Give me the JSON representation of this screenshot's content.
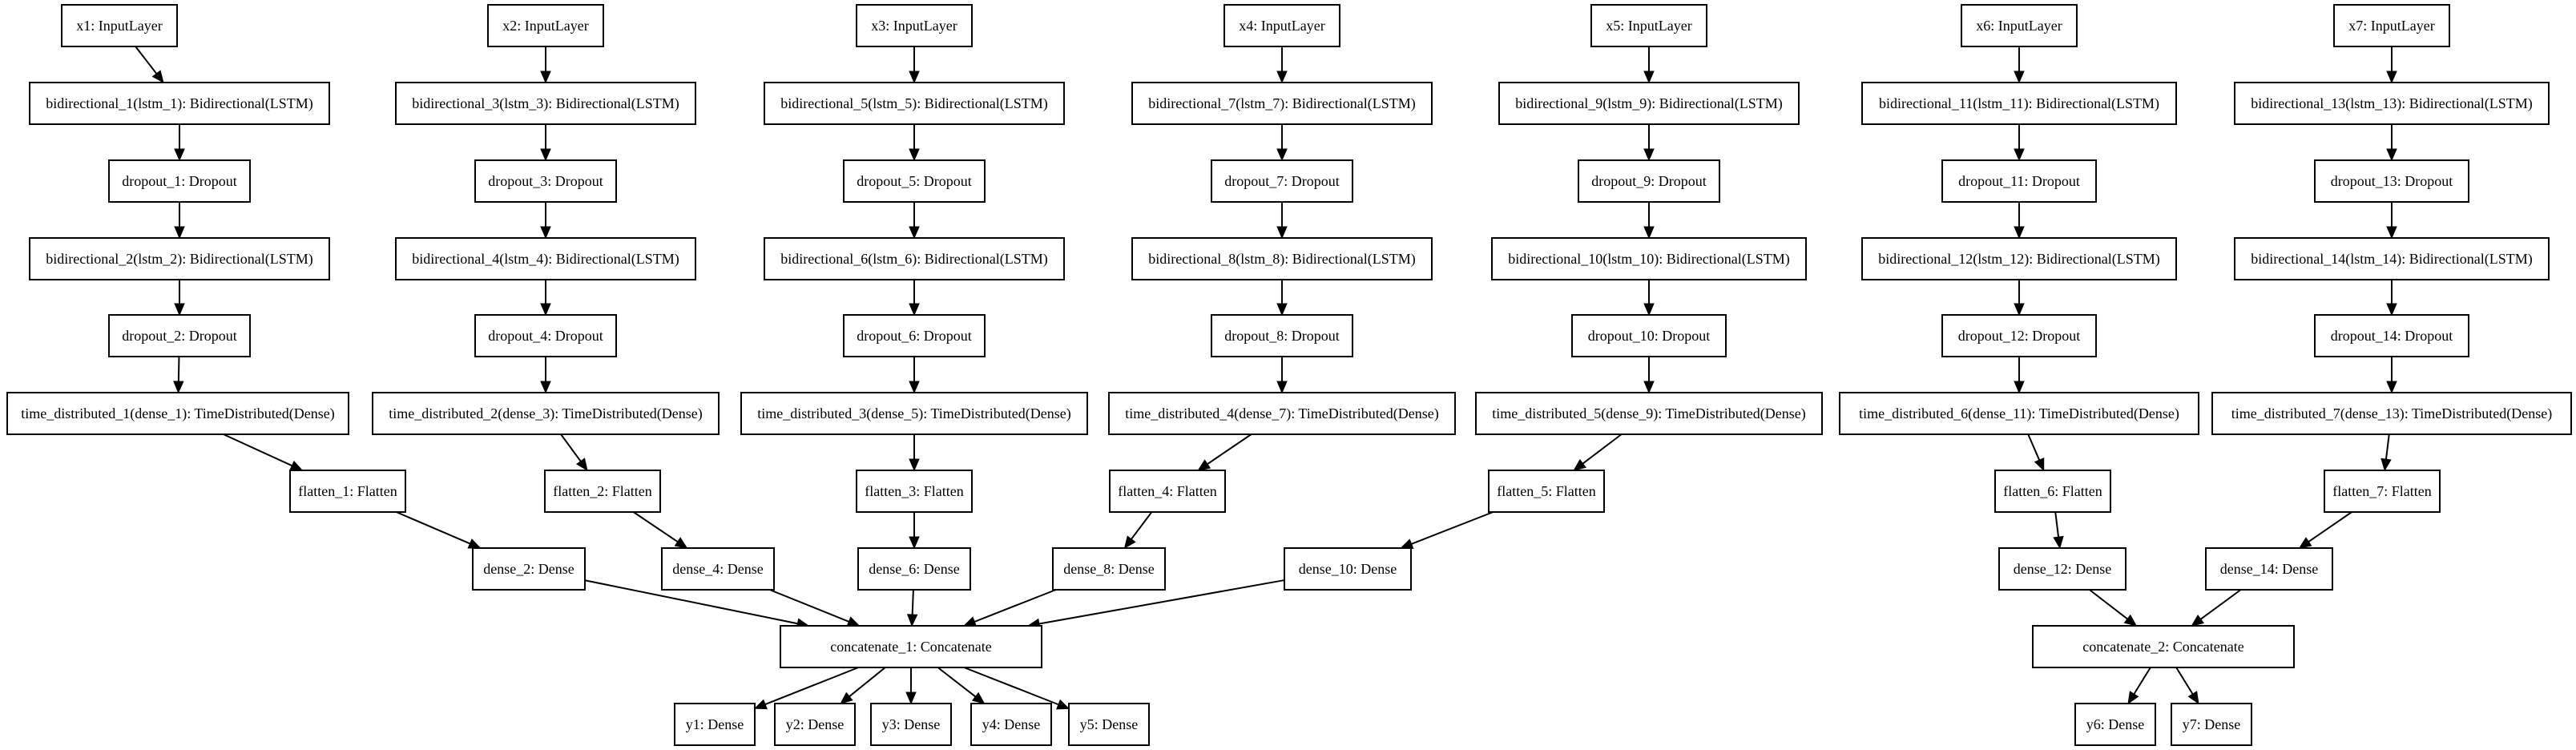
{
  "nodes": {
    "x1": "x1: InputLayer",
    "bd1": "bidirectional_1(lstm_1): Bidirectional(LSTM)",
    "do1": "dropout_1: Dropout",
    "bd2": "bidirectional_2(lstm_2): Bidirectional(LSTM)",
    "do2": "dropout_2: Dropout",
    "td1": "time_distributed_1(dense_1): TimeDistributed(Dense)",
    "fl1": "flatten_1: Flatten",
    "de2": "dense_2: Dense",
    "x2": "x2: InputLayer",
    "bd3": "bidirectional_3(lstm_3): Bidirectional(LSTM)",
    "do3": "dropout_3: Dropout",
    "bd4": "bidirectional_4(lstm_4): Bidirectional(LSTM)",
    "do4": "dropout_4: Dropout",
    "td2": "time_distributed_2(dense_3): TimeDistributed(Dense)",
    "fl2": "flatten_2: Flatten",
    "de4": "dense_4: Dense",
    "x3": "x3: InputLayer",
    "bd5": "bidirectional_5(lstm_5): Bidirectional(LSTM)",
    "do5": "dropout_5: Dropout",
    "bd6": "bidirectional_6(lstm_6): Bidirectional(LSTM)",
    "do6": "dropout_6: Dropout",
    "td3": "time_distributed_3(dense_5): TimeDistributed(Dense)",
    "fl3": "flatten_3: Flatten",
    "de6": "dense_6: Dense",
    "x4": "x4: InputLayer",
    "bd7": "bidirectional_7(lstm_7): Bidirectional(LSTM)",
    "do7": "dropout_7: Dropout",
    "bd8": "bidirectional_8(lstm_8): Bidirectional(LSTM)",
    "do8": "dropout_8: Dropout",
    "td4": "time_distributed_4(dense_7): TimeDistributed(Dense)",
    "fl4": "flatten_4: Flatten",
    "de8": "dense_8: Dense",
    "x5": "x5: InputLayer",
    "bd9": "bidirectional_9(lstm_9): Bidirectional(LSTM)",
    "do9": "dropout_9: Dropout",
    "bd10": "bidirectional_10(lstm_10): Bidirectional(LSTM)",
    "do10": "dropout_10: Dropout",
    "td5": "time_distributed_5(dense_9): TimeDistributed(Dense)",
    "fl5": "flatten_5: Flatten",
    "de10": "dense_10: Dense",
    "x6": "x6: InputLayer",
    "bd11": "bidirectional_11(lstm_11): Bidirectional(LSTM)",
    "do11": "dropout_11: Dropout",
    "bd12": "bidirectional_12(lstm_12): Bidirectional(LSTM)",
    "do12": "dropout_12: Dropout",
    "td6": "time_distributed_6(dense_11): TimeDistributed(Dense)",
    "fl6": "flatten_6: Flatten",
    "de12": "dense_12: Dense",
    "x7": "x7: InputLayer",
    "bd13": "bidirectional_13(lstm_13): Bidirectional(LSTM)",
    "do13": "dropout_13: Dropout",
    "bd14": "bidirectional_14(lstm_14): Bidirectional(LSTM)",
    "do14": "dropout_14: Dropout",
    "td7": "time_distributed_7(dense_13): TimeDistributed(Dense)",
    "fl7": "flatten_7: Flatten",
    "de14": "dense_14: Dense",
    "cat1": "concatenate_1: Concatenate",
    "cat2": "concatenate_2: Concatenate",
    "y1": "y1: Dense",
    "y2": "y2: Dense",
    "y3": "y3: Dense",
    "y4": "y4: Dense",
    "y5": "y5: Dense",
    "y6": "y6: Dense",
    "y7": "y7: Dense"
  },
  "edges": [
    [
      "x1",
      "bd1"
    ],
    [
      "bd1",
      "do1"
    ],
    [
      "do1",
      "bd2"
    ],
    [
      "bd2",
      "do2"
    ],
    [
      "do2",
      "td1"
    ],
    [
      "td1",
      "fl1"
    ],
    [
      "fl1",
      "de2"
    ],
    [
      "de2",
      "cat1"
    ],
    [
      "x2",
      "bd3"
    ],
    [
      "bd3",
      "do3"
    ],
    [
      "do3",
      "bd4"
    ],
    [
      "bd4",
      "do4"
    ],
    [
      "do4",
      "td2"
    ],
    [
      "td2",
      "fl2"
    ],
    [
      "fl2",
      "de4"
    ],
    [
      "de4",
      "cat1"
    ],
    [
      "x3",
      "bd5"
    ],
    [
      "bd5",
      "do5"
    ],
    [
      "do5",
      "bd6"
    ],
    [
      "bd6",
      "do6"
    ],
    [
      "do6",
      "td3"
    ],
    [
      "td3",
      "fl3"
    ],
    [
      "fl3",
      "de6"
    ],
    [
      "de6",
      "cat1"
    ],
    [
      "x4",
      "bd7"
    ],
    [
      "bd7",
      "do7"
    ],
    [
      "do7",
      "bd8"
    ],
    [
      "bd8",
      "do8"
    ],
    [
      "do8",
      "td4"
    ],
    [
      "td4",
      "fl4"
    ],
    [
      "fl4",
      "de8"
    ],
    [
      "de8",
      "cat1"
    ],
    [
      "x5",
      "bd9"
    ],
    [
      "bd9",
      "do9"
    ],
    [
      "do9",
      "bd10"
    ],
    [
      "bd10",
      "do10"
    ],
    [
      "do10",
      "td5"
    ],
    [
      "td5",
      "fl5"
    ],
    [
      "fl5",
      "de10"
    ],
    [
      "de10",
      "cat1"
    ],
    [
      "x6",
      "bd11"
    ],
    [
      "bd11",
      "do11"
    ],
    [
      "do11",
      "bd12"
    ],
    [
      "bd12",
      "do12"
    ],
    [
      "do12",
      "td6"
    ],
    [
      "td6",
      "fl6"
    ],
    [
      "fl6",
      "de12"
    ],
    [
      "de12",
      "cat2"
    ],
    [
      "x7",
      "bd13"
    ],
    [
      "bd13",
      "do13"
    ],
    [
      "do13",
      "bd14"
    ],
    [
      "bd14",
      "do14"
    ],
    [
      "do14",
      "td7"
    ],
    [
      "td7",
      "fl7"
    ],
    [
      "fl7",
      "de14"
    ],
    [
      "de14",
      "cat2"
    ],
    [
      "cat1",
      "y1"
    ],
    [
      "cat1",
      "y2"
    ],
    [
      "cat1",
      "y3"
    ],
    [
      "cat1",
      "y4"
    ],
    [
      "cat1",
      "y5"
    ],
    [
      "cat2",
      "y6"
    ],
    [
      "cat2",
      "y7"
    ]
  ]
}
